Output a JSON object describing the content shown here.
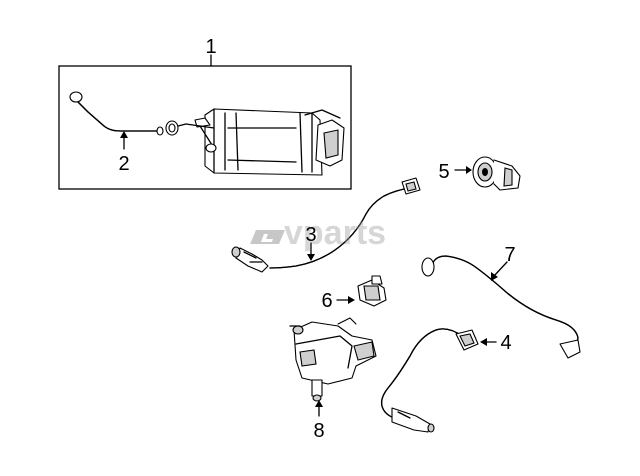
{
  "callouts": {
    "c1": "1",
    "c2": "2",
    "c3": "3",
    "c4": "4",
    "c5": "5",
    "c6": "6",
    "c7": "7",
    "c8": "8"
  },
  "watermark": {
    "text": "vparts",
    "logo_letter": "L"
  },
  "colors": {
    "line": "#000000",
    "watermark": "#9b9b9b",
    "background": "#ffffff"
  }
}
